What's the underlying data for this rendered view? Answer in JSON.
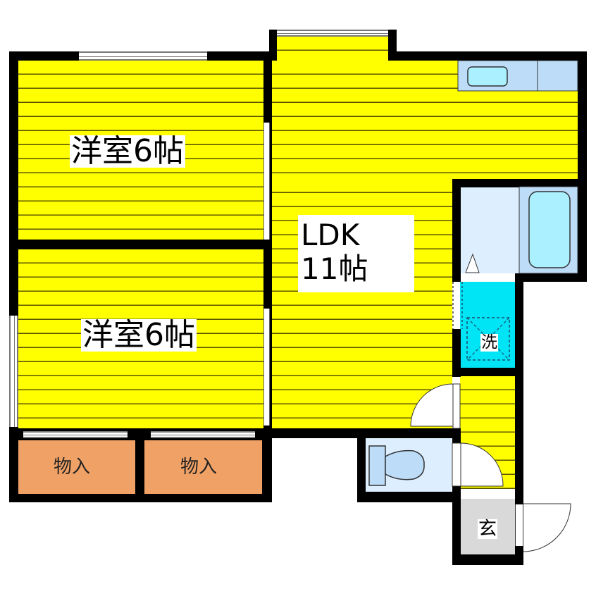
{
  "floor_plan": {
    "rooms": {
      "western_room_upper": {
        "name": "洋室",
        "size": "6帖",
        "label": "洋室6帖"
      },
      "western_room_lower": {
        "name": "洋室",
        "size": "6帖",
        "label": "洋室6帖"
      },
      "ldk": {
        "name": "LDK",
        "size": "11帖",
        "line1": "LDK",
        "line2": "11帖"
      },
      "closet_left": {
        "label": "物入"
      },
      "closet_right": {
        "label": "物入"
      },
      "laundry": {
        "label": "洗"
      },
      "entrance": {
        "label": "玄"
      }
    },
    "fixtures": [
      "kitchen-counter",
      "sink",
      "bathtub",
      "washbasin",
      "toilet",
      "washing-machine-pan"
    ],
    "colors": {
      "floor": "#ffff00",
      "floor_lines": "#5a5400",
      "wall": "#000000",
      "closet": "#f0a165",
      "wet_area": "#ddeeff",
      "fixture": "#b9dcf7",
      "fixture_inner": "#aaf0ff",
      "laundry": "#00e5f5",
      "entrance": "#d9d9d9"
    }
  }
}
